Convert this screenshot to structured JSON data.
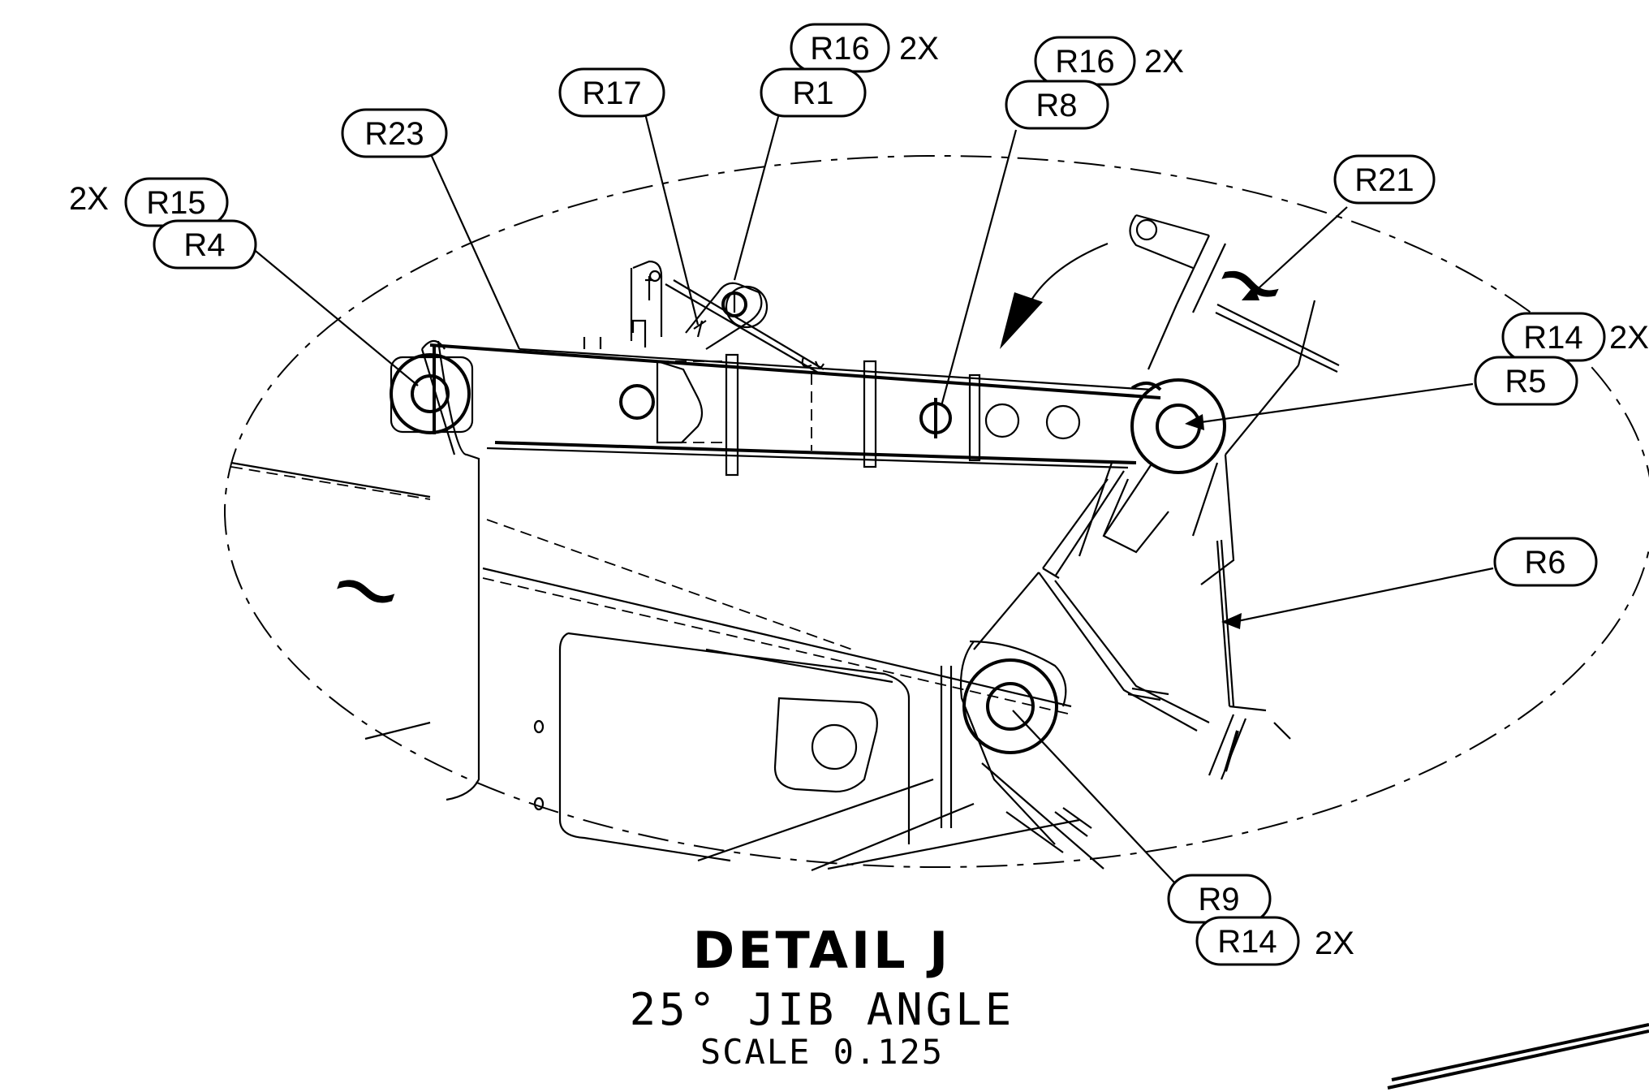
{
  "detail": {
    "title": "DETAIL J",
    "subtitle": "25° JIB ANGLE",
    "scale": "SCALE 0.125"
  },
  "callouts": {
    "r16_top": {
      "label": "R16",
      "qty": "2X"
    },
    "r1": {
      "label": "R1"
    },
    "r17": {
      "label": "R17"
    },
    "r16_second": {
      "label": "R16",
      "qty": "2X"
    },
    "r8": {
      "label": "R8"
    },
    "r23": {
      "label": "R23"
    },
    "r15": {
      "label": "R15",
      "qty": "2X"
    },
    "r4": {
      "label": "R4"
    },
    "r21": {
      "label": "R21"
    },
    "r14_right": {
      "label": "R14",
      "qty": "2X"
    },
    "r5": {
      "label": "R5"
    },
    "r6": {
      "label": "R6"
    },
    "r9": {
      "label": "R9"
    },
    "r14_bottom": {
      "label": "R14",
      "qty": "2X"
    }
  },
  "symbols": {
    "break_symbol": "~"
  }
}
